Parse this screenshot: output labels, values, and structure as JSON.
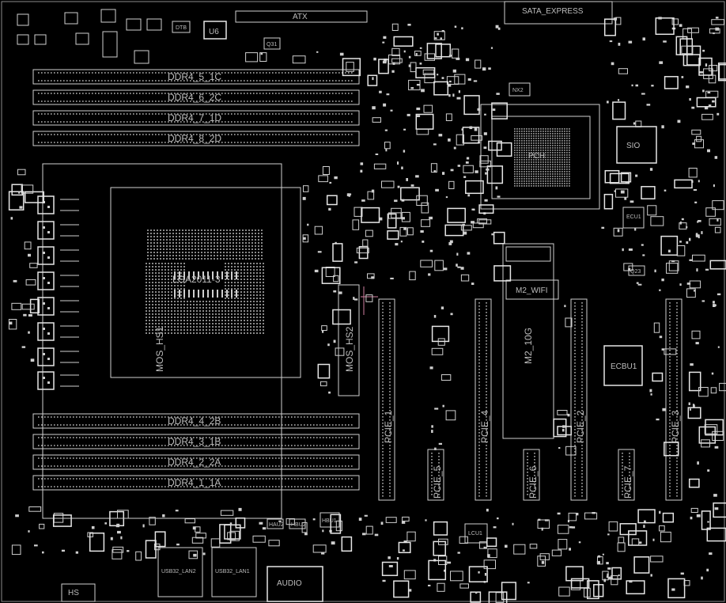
{
  "labels": {
    "atx": "ATX",
    "sata_express": "SATA_EXPRESS",
    "u6": "U6",
    "sio": "SIO",
    "nx2": "NX2",
    "dtb": "DTB",
    "q31": "Q31",
    "socket": "LGA2011-3",
    "mos1": "MOS_HS1",
    "mos2": "MOS_HS2",
    "pch": "PCH",
    "m2_wifi": "M2_WIFI",
    "m2_10g": "M2_10G",
    "ecbu1": "ECBU1",
    "ecu1": "ECU1",
    "q23": "Q23",
    "lcu1": "LCU1",
    "hs": "HS",
    "audio": "AUDIO",
    "usb32_1": "USB32_LAN2",
    "usb32_2": "USB32_LAN1",
    "hbu1": "HBU1",
    "hau2": "HAU2",
    "hbu2": "HBU2"
  },
  "dimms": [
    "DDR4_5_1C",
    "DDR4_6_2C",
    "DDR4_7_1D",
    "DDR4_8_2D",
    "DDR4_4_2B",
    "DDR4_3_1B",
    "DDR4_2_2A",
    "DDR4_1_1A"
  ],
  "pcie": [
    "PCIE_1",
    "PCIE_4",
    "PCIE_2",
    "PCIE_3",
    "PCIE_5",
    "PCIE_6",
    "PCIE_7"
  ]
}
